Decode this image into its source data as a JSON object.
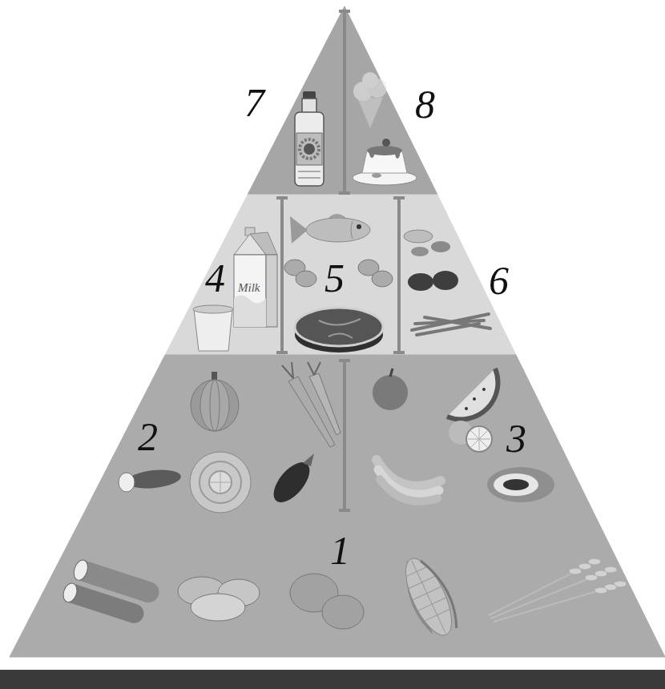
{
  "diagram": {
    "nodes": [
      {
        "text": [
          "7"
        ]
      },
      {
        "text": [
          "8"
        ]
      },
      {
        "text": [
          "4"
        ]
      },
      {
        "text": [
          "5"
        ]
      },
      {
        "text": [
          "6"
        ]
      },
      {
        "text": [
          "2"
        ]
      },
      {
        "text": [
          "3"
        ]
      },
      {
        "text": [
          "1"
        ]
      }
    ],
    "labels": [
      "Milk"
    ]
  }
}
